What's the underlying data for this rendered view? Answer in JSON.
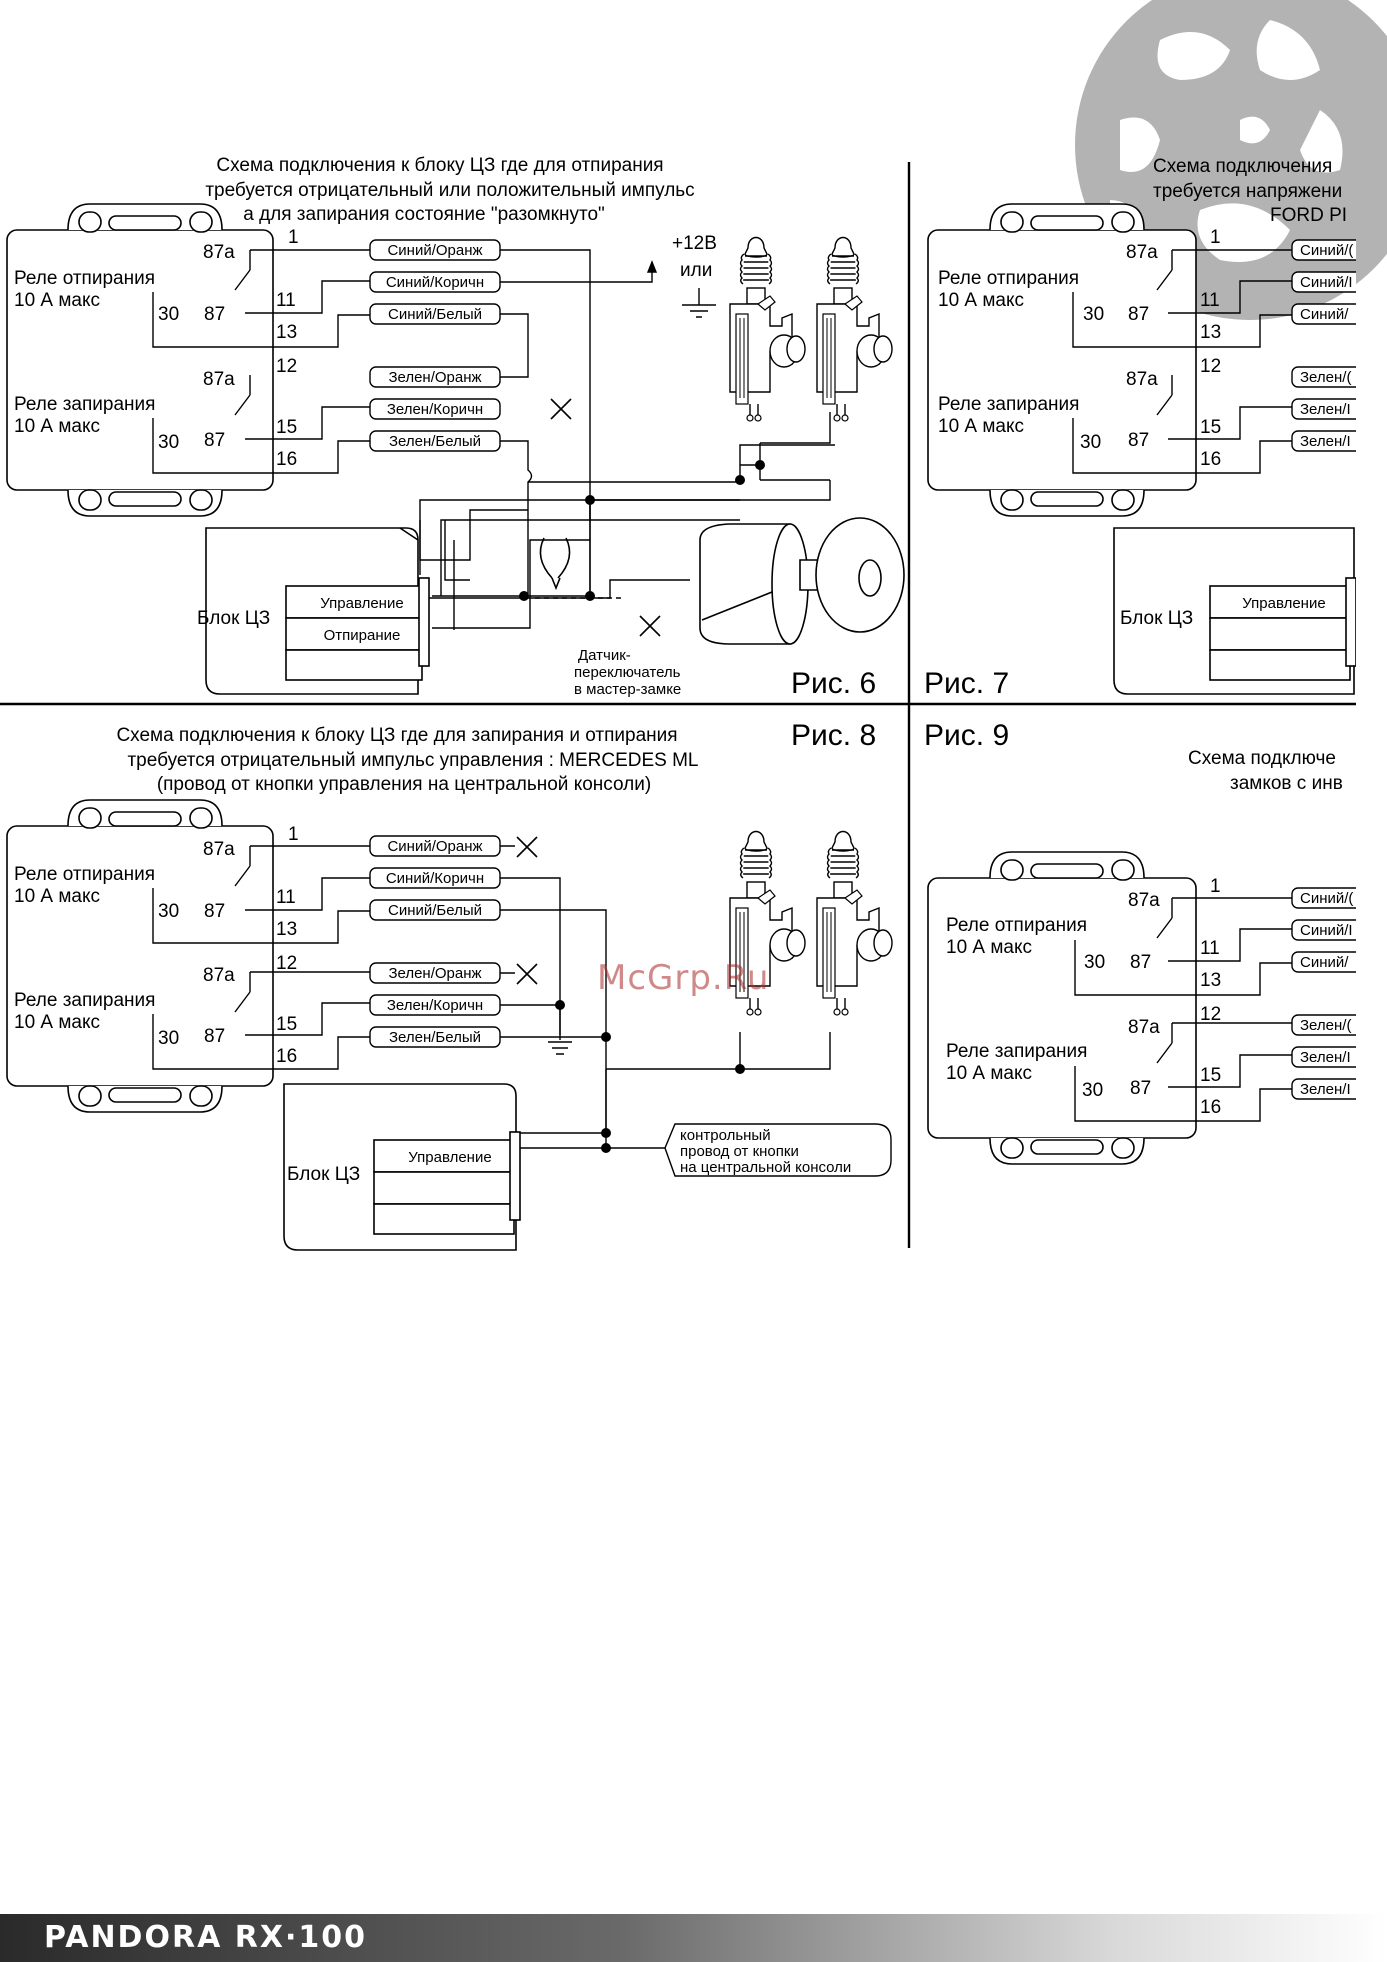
{
  "fig6": {
    "title": [
      "Схема подключения к блоку ЦЗ где для отпирания",
      "требуется отрицательный или положительный импульс",
      "а для запирания состояние \"разомкнуто\""
    ],
    "label": "Рис. 6",
    "relay_unlock": [
      "Реле отпирания",
      "10 А макс"
    ],
    "relay_lock": [
      "Реле запирания",
      "10 А макс"
    ],
    "pins": {
      "p87a": "87a",
      "p30": "30",
      "p87": "87",
      "p1": "1",
      "p11": "11",
      "p13": "13",
      "p12": "12",
      "p15": "15",
      "p16": "16"
    },
    "wires": [
      "Синий/Оранж",
      "Синий/Коричн",
      "Синий/Белый",
      "Зелен/Оранж",
      "Зелен/Коричн",
      "Зелен/Белый"
    ],
    "power": [
      "+12В",
      "или"
    ],
    "cz_block": "Блок ЦЗ",
    "cz_rows": [
      "Управление",
      "Отпирание"
    ],
    "sensor": [
      "Датчик-",
      "переключатель",
      "в мастер-замке"
    ]
  },
  "fig7": {
    "title": [
      "Схема подключения",
      "требуется напряжени",
      "FORD PI"
    ],
    "label": "Рис. 7",
    "relay_unlock": [
      "Реле отпирания",
      "10 А макс"
    ],
    "relay_lock": [
      "Реле запирания",
      "10 А макс"
    ],
    "wires": [
      "Синий/(",
      "Синий/I",
      "Синий/",
      "Зелен/(",
      "Зелен/I",
      "Зелен/I"
    ],
    "cz_block": "Блок ЦЗ",
    "cz_rows": [
      "Управление"
    ]
  },
  "fig8": {
    "title": [
      "Схема подключения к блоку ЦЗ где для запирания и отпирания",
      "требуется отрицательный импульс управления : MERCEDES ML",
      "(провод от кнопки управления на центральной консоли)"
    ],
    "label": "Рис. 8",
    "relay_unlock": [
      "Реле отпирания",
      "10 А макс"
    ],
    "relay_lock": [
      "Реле запирания",
      "10 А макс"
    ],
    "wires": [
      "Синий/Оранж",
      "Синий/Коричн",
      "Синий/Белый",
      "Зелен/Оранж",
      "Зелен/Коричн",
      "Зелен/Белый"
    ],
    "cz_block": "Блок ЦЗ",
    "cz_rows": [
      "Управление"
    ],
    "control_wire": [
      "контрольный",
      "провод от кнопки",
      "на центральной консоли"
    ]
  },
  "fig9": {
    "title": [
      "Схема подключе",
      "замков с инв"
    ],
    "label": "Рис. 9",
    "relay_unlock": [
      "Реле отпирания",
      "10 А макс"
    ],
    "relay_lock": [
      "Реле запирания",
      "10 А макс"
    ],
    "wires": [
      "Синий/(",
      "Синий/I",
      "Синий/",
      "Зелен/(",
      "Зелен/I",
      "Зелен/I"
    ]
  },
  "watermark": "McGrp.Ru",
  "footer": {
    "brand": "PANDORA RX·100"
  }
}
